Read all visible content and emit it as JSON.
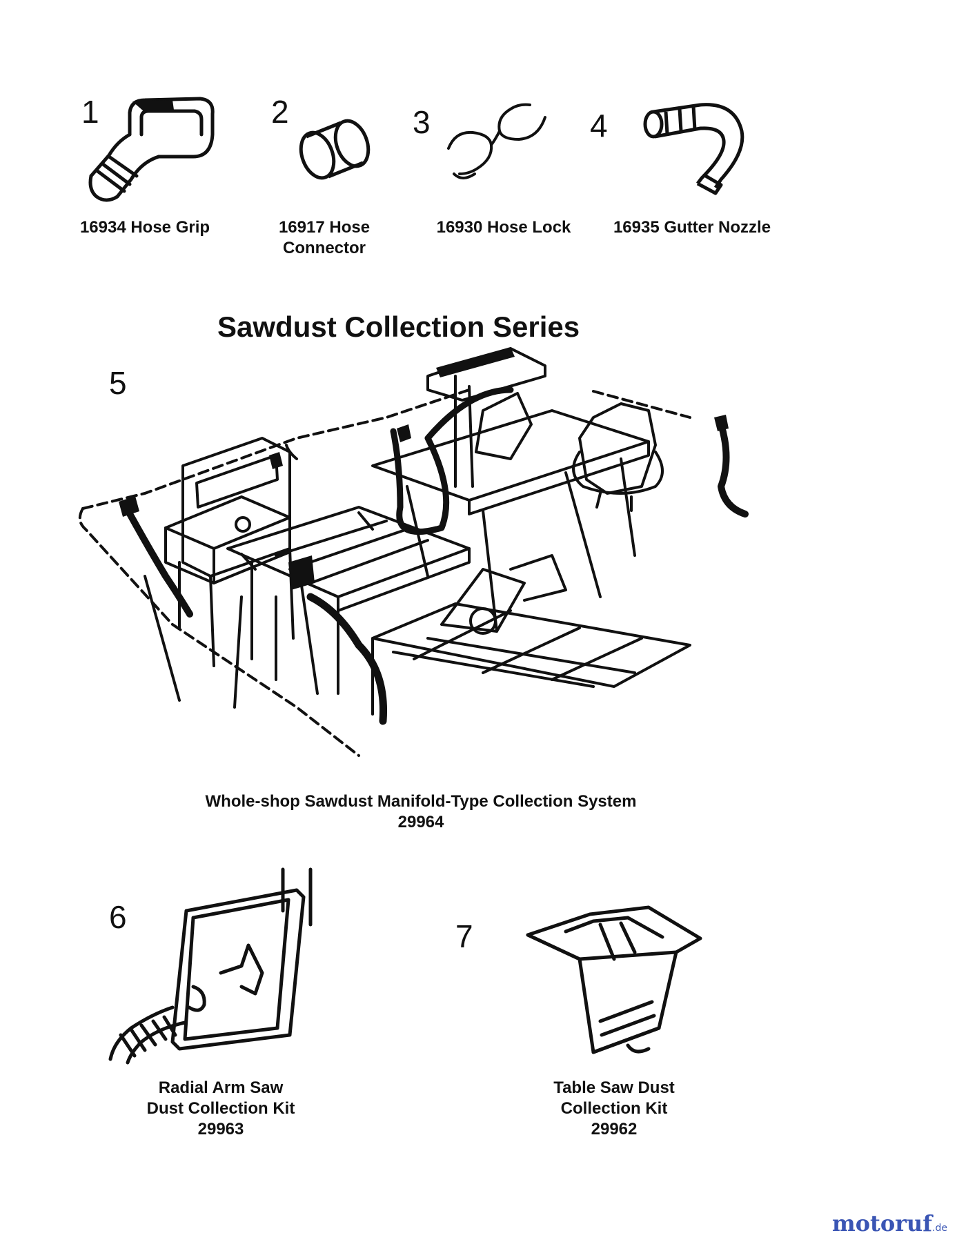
{
  "items": [
    {
      "number": "1",
      "caption_lines": [
        "16934 Hose Grip"
      ],
      "icon": "hose-grip-icon"
    },
    {
      "number": "2",
      "caption_lines": [
        "16917 Hose",
        "Connector"
      ],
      "icon": "hose-connector-icon"
    },
    {
      "number": "3",
      "caption_lines": [
        "16930 Hose Lock"
      ],
      "icon": "hose-lock-icon"
    },
    {
      "number": "4",
      "caption_lines": [
        "16935 Gutter Nozzle"
      ],
      "icon": "gutter-nozzle-icon"
    }
  ],
  "section_title": "Sawdust Collection Series",
  "system": {
    "number": "5",
    "caption": "Whole-shop Sawdust Manifold-Type Collection System",
    "part_number": "29964"
  },
  "kits": [
    {
      "number": "6",
      "caption_lines": [
        "Radial Arm Saw",
        "Dust Collection Kit",
        "29963"
      ]
    },
    {
      "number": "7",
      "caption_lines": [
        "Table Saw Dust",
        "Collection Kit",
        "29962"
      ]
    }
  ],
  "watermark": {
    "text": "motoruf",
    "suffix": ".de"
  },
  "colors": {
    "ink": "#111111",
    "watermark_blue": "#3a55b4",
    "watermark_purple": "#7a4ea8"
  }
}
